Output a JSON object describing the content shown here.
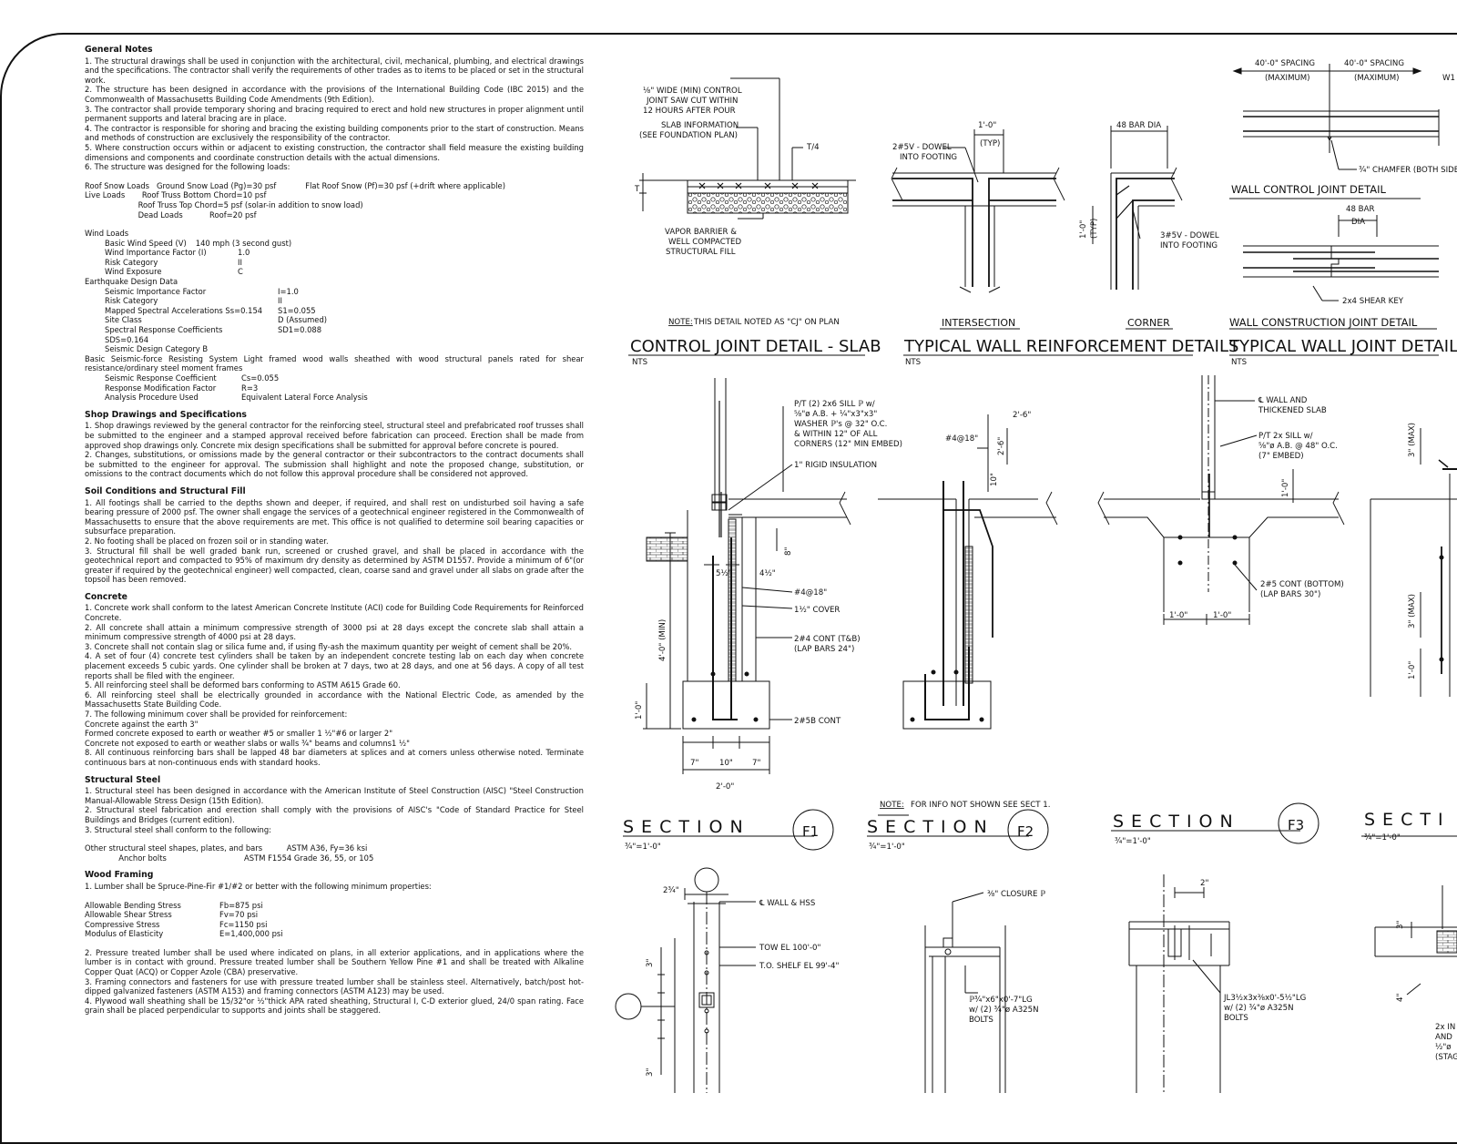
{
  "notes": {
    "general": {
      "heading": "General Notes",
      "items": [
        "1.   The structural drawings shall be used in conjunction with the architectural, civil, mechanical, plumbing, and electrical drawings and the specifications. The contractor shall verify the requirements of other trades as to items to be placed or set in the structural work.",
        "2.   The structure has been designed in accordance with the provisions of the International Building Code (IBC 2015) and the Commonwealth of Massachusetts Building Code Amendments (9th Edition).",
        "3.   The contractor shall provide temporary shoring and bracing required to erect and hold new structures in proper alignment until permanent supports and lateral bracing are in place.",
        "4.   The contractor is responsible for shoring and bracing the existing building components prior to the start of construction. Means and methods of construction are exclusively the responsibility of the contractor.",
        "5.   Where construction occurs within or adjacent to existing construction, the contractor shall field measure the existing building dimensions and components and coordinate construction details with the actual dimensions.",
        "6.   The structure was designed for the following loads:"
      ],
      "loads": [
        "Roof Snow Loads   Ground Snow Load (Pg)=30 psf            Flat Roof Snow (Pf)=30 psf (+drift where applicable)",
        "Live Loads       Roof Truss Bottom Chord=10 psf",
        "                      Roof Truss Top Chord=5 psf (solar-in addition to snow load)",
        "                      Dead Loads           Roof=20 psf"
      ],
      "wind_heading": "Wind Loads",
      "wind": [
        [
          "Basic Wind Speed (V)",
          "140 mph (3 second gust)"
        ],
        [
          "Wind Importance Factor (I)",
          "1.0"
        ],
        [
          "Risk Category",
          "II"
        ],
        [
          "Wind Exposure",
          "C"
        ]
      ],
      "eq_heading": "Earthquake Design Data",
      "eq": [
        [
          "Seismic Importance Factor",
          "I=1.0"
        ],
        [
          "Risk Category",
          "II"
        ],
        [
          "Mapped Spectral Accelerations Ss=0.154",
          "S1=0.055"
        ],
        [
          "Site Class",
          "D (Assumed)"
        ],
        [
          "Spectral Response Coefficients SDS=0.164",
          "SD1=0.088"
        ],
        [
          "Seismic Design Category B",
          ""
        ]
      ],
      "basic_system": "Basic Seismic-force Resisting System   Light framed wood walls sheathed with wood structural panels rated for shear resistance/ordinary steel moment frames",
      "eq2": [
        [
          "Seismic Response Coefficient",
          "Cs=0.055"
        ],
        [
          "Response Modification Factor",
          "R=3"
        ],
        [
          "Analysis Procedure Used",
          "Equivalent Lateral Force Analysis"
        ]
      ]
    },
    "shop": {
      "heading": "Shop Drawings and Specifications",
      "items": [
        "1.   Shop drawings reviewed by the general contractor for the reinforcing steel, structural steel and prefabricated roof trusses shall be submitted to the engineer and a stamped approval received before fabrication can proceed. Erection shall be made from approved shop drawings only. Concrete mix design specifications shall be submitted for approval before concrete is poured.",
        "2.   Changes, substitutions, or omissions made by the general contractor or their subcontractors to the contract documents shall be submitted to the engineer for approval. The submission shall highlight and note the proposed change, substitution, or omissions to the contract documents which do not follow this approval procedure shall be considered not approved."
      ]
    },
    "soil": {
      "heading": "Soil Conditions and Structural Fill",
      "items": [
        "1.   All footings shall be carried to the depths shown and deeper, if required, and shall rest on undisturbed soil having a safe bearing pressure of 2000 psf. The owner shall engage the services of a geotechnical engineer registered in the Commonwealth of Massachusetts to ensure that the above requirements are met. This office is not qualified to determine soil bearing capacities or subsurface preparation.",
        "2.   No footing shall be placed on frozen soil or in standing water.",
        "3.   Structural fill shall be well graded bank run, screened or crushed gravel, and shall be placed in accordance with the geotechnical report and compacted to 95% of maximum dry density as determined by ASTM D1557. Provide a minimum of 6\"(or greater if required by the geotechnical engineer) well compacted, clean, coarse sand and gravel under all slabs on grade after the topsoil has been removed."
      ]
    },
    "concrete": {
      "heading": "Concrete",
      "items": [
        "1.   Concrete work shall conform to the latest American Concrete Institute (ACI) code for Building Code Requirements for Reinforced Concrete.",
        "2.   All concrete shall attain a minimum compressive strength of 3000 psi at 28 days except the concrete slab shall attain a minimum compressive strength of 4000 psi at 28 days.",
        "3.   Concrete shall not contain slag or silica fume and, if using fly-ash the maximum quantity per weight of cement shall be 20%.",
        "4.   A set of four (4) concrete test cylinders shall be taken by an independent concrete testing lab on each day when concrete placement exceeds 5 cubic yards. One cylinder shall be broken at 7 days, two at 28 days, and one at 56 days. A copy of all test reports shall be filed with the engineer.",
        "5.   All reinforcing steel shall be deformed bars conforming to ASTM A615 Grade 60.",
        "6.   All reinforcing steel shall be electrically grounded in accordance with the National Electric Code, as amended by the Massachusetts State Building Code.",
        "7.   The following minimum cover shall be provided for reinforcement:",
        "Concrete against the earth    3\"",
        "Formed concrete exposed to earth or weather     #5 or smaller 1 ½\"#6 or larger           2\"",
        "Concrete not exposed to earth or weather   slabs or walls ¾\"  beams and columns1 ½\"",
        "8.   All continuous reinforcing bars shall be lapped 48 bar diameters at splices and at corners unless otherwise noted. Terminate continuous bars at non-continuous ends with standard hooks."
      ]
    },
    "steel": {
      "heading": "Structural Steel",
      "items": [
        "1.   Structural steel has been designed in accordance with the American Institute of Steel Construction (AISC) \"Steel Construction Manual-Allowable Stress Design (15th Edition).",
        "2.   Structural steel fabrication and erection shall comply with the provisions of AISC's \"Code of Standard Practice for Steel Buildings and Bridges (current edition).",
        "3.   Structural steel shall conform to the following:"
      ],
      "specs": [
        "Other structural steel shapes, plates, and bars          ASTM A36, Fy=36 ksi",
        "              Anchor bolts                                ASTM F1554 Grade 36, 55, or 105"
      ]
    },
    "wood": {
      "heading": "Wood Framing",
      "items": [
        "1.   Lumber shall be Spruce-Pine-Fir #1/#2 or better with the following minimum properties:"
      ],
      "props": [
        [
          "Allowable Bending Stress",
          "Fb=875 psi"
        ],
        [
          "Allowable Shear Stress",
          "Fv=70 psi"
        ],
        [
          "Compressive Stress",
          "Fc=1150 psi"
        ],
        [
          "Modulus of Elasticity",
          "E=1,400,000 psi"
        ]
      ],
      "items2": [
        "2.   Pressure treated lumber shall be used where indicated on plans, in all exterior applications, and in applications where the lumber is in contact with ground. Pressure treated lumber shall be Southern Yellow Pine #1 and shall be treated with Alkaline Copper Quat (ACQ) or Copper Azole (CBA) preservative.",
        "3.   Framing connectors and fasteners for use with pressure treated lumber shall be stainless steel. Alternatively, batch/post hot-dipped galvanized fasteners (ASTM A153) and framing connectors (ASTM A123) may be used.",
        "4.   Plywood wall sheathing shall be 15/32\"or ½\"thick APA rated sheathing, Structural I, C-D exterior glued, 24/0 span rating. Face grain shall be placed perpendicular to supports and joints shall be staggered."
      ]
    }
  },
  "details": {
    "control_joint": {
      "title": "CONTROL JOINT DETAIL - SLAB",
      "scale": "NTS",
      "note_label": "NOTE:",
      "note": "THIS DETAIL NOTED AS \"CJ\" ON PLAN",
      "label_saw": [
        "⅛\" WIDE (MIN) CONTROL",
        "JOINT SAW CUT WITHIN",
        "12 HOURS AFTER POUR"
      ],
      "label_slab": [
        "SLAB INFORMATION",
        "(SEE FOUNDATION PLAN)"
      ],
      "label_t4": "T/4",
      "label_t": "T",
      "label_vapor": [
        "VAPOR BARRIER &",
        "WELL COMPACTED",
        "STRUCTURAL FILL"
      ]
    },
    "wall_reinf": {
      "title": "TYPICAL WALL REINFORCEMENT DETAILS",
      "scale": "NTS",
      "intersection": "INTERSECTION",
      "corner": "CORNER",
      "dowel1": [
        "2#5V - DOWEL",
        "INTO FOOTING"
      ],
      "dim1": "1'-0\"",
      "typ1": "(TYP)",
      "bar48": "48 BAR DIA",
      "dim2": "1'-0\"",
      "typ2": "(TYP)",
      "dowel2": [
        "3#5V - DOWEL",
        "INTO FOOTING"
      ]
    },
    "wall_joint": {
      "title": "TYPICAL WALL  JOINT DETAILS",
      "scale": "NTS",
      "spacing1": [
        "40'-0\" SPACING",
        "(MAXIMUM)"
      ],
      "spacing2": [
        "40'-0\" SPACING",
        "(MAXIMUM)"
      ],
      "w1": "W1",
      "chamfer": "¾\" CHAMFER (BOTH SIDES)",
      "control_title": "WALL CONTROL JOINT DETAIL",
      "bar48": [
        "48 BAR",
        "DIA"
      ],
      "shear_key": "2x4 SHEAR KEY",
      "construction_title": "WALL CONSTRUCTION JOINT DETAIL"
    },
    "f1": {
      "section": "SECTION",
      "tag": "F1",
      "scale": "¾\"=1'-0\"",
      "sill": [
        "P/T (2) 2x6 SILL ℙ w/",
        "⅝\"ø A.B. + ¼\"x3\"x3\"",
        "WASHER ℙ's @ 32\" O.C.",
        "& WITHIN 12\" OF ALL",
        "CORNERS (12\" MIN EMBED)"
      ],
      "rigid": "1\" RIGID INSULATION",
      "d8": "8\"",
      "d512": "5½\"",
      "d412": "4½\"",
      "bars": "#4@18\"",
      "cover": "1½\" COVER",
      "cont": [
        "2#4 CONT (T&B)",
        "(LAP BARS 24\")"
      ],
      "min": "4'-0\" (MIN)",
      "d10": "1'-0\"",
      "cont_b": "2#5B CONT",
      "w7a": "7\"",
      "w10": "10\"",
      "w7b": "7\"",
      "w20": "2'-0\""
    },
    "f2": {
      "section": "SECTION",
      "tag": "F2",
      "scale": "¾\"=1'-0\"",
      "note_label": "NOTE:",
      "note": "FOR INFO NOT SHOWN SEE SECT 1.",
      "bars": "#4@18\"",
      "d26": "2'-6\"",
      "d26v": "2'-6\"",
      "d10": "10\""
    },
    "f3": {
      "section": "SECTION",
      "tag": "F3",
      "scale": "¾\"=1'-0\"",
      "wall": [
        "℄ WALL AND",
        "THICKENED SLAB"
      ],
      "sill": [
        "P/T 2x SILL w/",
        "⅝\"ø A.B. @ 48\" O.C.",
        "(7\" EMBED)"
      ],
      "d10": "1'-0\"",
      "cont": [
        "2#5 CONT (BOTTOM)",
        "(LAP BARS 30\")"
      ],
      "w10a": "1'-0\"",
      "w10b": "1'-0\""
    },
    "f4": {
      "section": "SECTI",
      "scale": "¾\"=1'-0\"",
      "max1": "3\" (MAX)",
      "max2": "3\" (MAX)",
      "d10": "1'-0\"",
      "d3": "3\"",
      "d4": "4\"",
      "cut": [
        "2x IN",
        "AND",
        "½\"ø",
        "(STAG"
      ]
    },
    "bottom": {
      "d234": "2¾\"",
      "wall_hss": "℄ WALL & HSS",
      "tow": "TOW EL 100'-0\"",
      "shelf": "T.O. SHELF EL 99'-4\"",
      "d3a": "3\"",
      "d3b": "3\"",
      "closure": "⅜\" CLOSURE ℙ",
      "plate": [
        "ℙ¾\"x6\"x0'-7\"LG",
        "w/ (2) ¾\"ø A325N",
        "BOLTS"
      ],
      "d2": "2\"",
      "angle": [
        "JL3½x3x⅜x0'-5½\"LG",
        "w/ (2) ¾\"ø A325N",
        "BOLTS"
      ]
    }
  }
}
